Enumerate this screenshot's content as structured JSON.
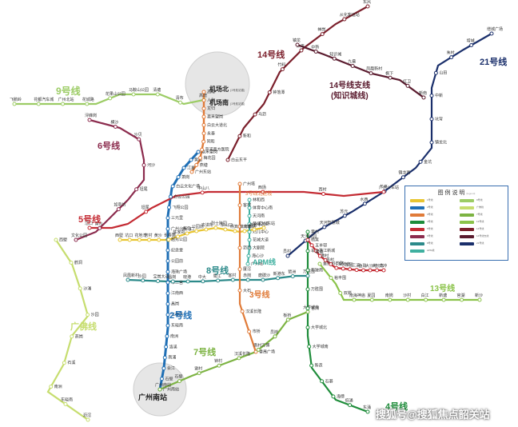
{
  "colors": {
    "line1": "#e8c531",
    "line2": "#1f6fb5",
    "line3": "#e07b39",
    "line4": "#1e8c3a",
    "line5": "#c42c34",
    "line6": "#8c2c4e",
    "line7": "#7cb342",
    "line8": "#2c8a8a",
    "line9": "#9ccc65",
    "line13": "#8bc34a",
    "line14": "#7b1f2b",
    "line21": "#1a2f6b",
    "apm": "#3fb0a0",
    "guangfo": "#c6dd6e",
    "airport": "#e07b39"
  },
  "line_labels": {
    "l9": "9号线",
    "l14": "14号线",
    "l14b": "14号线支线",
    "l14b_sub": "(知识城线)",
    "l21": "21号线",
    "l6": "6号线",
    "l5": "5号线",
    "l3north": "3号线北延段",
    "l8": "8号线",
    "apm": "APM线",
    "l3": "3号线",
    "l2": "2号线",
    "gf": "广佛线",
    "l7": "7号线",
    "l13": "13号线",
    "l4": "4号线"
  },
  "hubs": {
    "airport_north": "机场北",
    "airport_north_note": "(1号航站楼)",
    "airport_south": "机场南",
    "airport_south_note": "(1号航站楼)",
    "guangzhou_south": "广州南站"
  },
  "legend": {
    "title": "图 例 说 明",
    "title_note": "(legend)",
    "entries": [
      {
        "color": "#e8c531",
        "text": "1号线"
      },
      {
        "color": "#1f6fb5",
        "text": "2号线"
      },
      {
        "color": "#e07b39",
        "text": "3号线"
      },
      {
        "color": "#1e8c3a",
        "text": "4号线"
      },
      {
        "color": "#c42c34",
        "text": "5号线"
      },
      {
        "color": "#8c2c4e",
        "text": "6号线"
      },
      {
        "color": "#2c8a8a",
        "text": "8号线"
      },
      {
        "color": "#3fb0a0",
        "text": "APM线"
      },
      {
        "color": "#9ccc65",
        "text": "9号线"
      },
      {
        "color": "#c6dd6e",
        "text": "广佛线"
      },
      {
        "color": "#7cb342",
        "text": "7号线"
      },
      {
        "color": "#8bc34a",
        "text": "13号线"
      },
      {
        "color": "#7b1f2b",
        "text": "14号线"
      },
      {
        "color": "#5a1b2e",
        "text": "14号线支线"
      },
      {
        "color": "#1a2f6b",
        "text": "21号线"
      }
    ]
  },
  "stations": {
    "l9": [
      "飞鹅岭",
      "花都汽车城",
      "广州北站",
      "花城路",
      "花果山公园",
      "马鞍山公园",
      "清塘",
      "清布",
      "高增"
    ],
    "l14": [
      "东风",
      "从化客运站",
      "神岗",
      "太平",
      "竹料",
      "钟落潭",
      "马沥",
      "新和",
      "白云东平"
    ],
    "l14b": [
      "镇龙",
      "中新",
      "知识城",
      "九佛",
      "凤凰新村",
      "枫下",
      "红卫",
      "新南"
    ],
    "l21": [
      "增城广场",
      "增城",
      "朱村",
      "山田",
      "中新",
      "坑背",
      "镇龙北",
      "金坑",
      "镇龙西",
      "长平",
      "水西",
      "苏元",
      "天河智慧城",
      "天河公园",
      "员村"
    ],
    "l6": [
      "浔峰岗",
      "横沙",
      "沙贝",
      "河沙",
      "坦尾",
      "如意坊",
      "黄沙",
      "文化公园"
    ],
    "l5": [
      "滘口",
      "坦尾",
      "中山八",
      "西场",
      "西村",
      "广州火车站"
    ],
    "l2": [
      "嘉禾望岗",
      "黄边",
      "江夏",
      "萧岗",
      "白云文化广场",
      "白云公园",
      "飞翔公园",
      "三元里",
      "广州火车站",
      "越秀公园",
      "纪念堂",
      "公园前",
      "海珠广场",
      "市二宫",
      "江南西",
      "昌岗",
      "江泰路",
      "东晓南",
      "南洲",
      "洛溪",
      "南浦",
      "会江",
      "石壁",
      "广州南站"
    ],
    "l3north": [
      "高增",
      "人和",
      "龙归",
      "嘉禾望岗",
      "白云大道北",
      "永泰",
      "同和",
      "京溪南方医院",
      "梅花园",
      "燕塘",
      "广州东站"
    ],
    "l8": [
      "凤凰新村",
      "沙园",
      "宝岗大道",
      "昌岗",
      "晓港",
      "中大",
      "鹭江",
      "客村",
      "赤岗",
      "磨碟沙",
      "新港东",
      "琶洲",
      "万胜围"
    ],
    "apm": [
      "林和西",
      "体育中心南",
      "天河南",
      "黄埔大道",
      "妇儿中心",
      "花城大道",
      "大剧院",
      "海心沙",
      "广州塔"
    ],
    "l3": [
      "广州塔",
      "客村",
      "大塘",
      "沥滘",
      "厦滘",
      "大石",
      "汉溪长隆",
      "市桥",
      "番禺广场"
    ],
    "gf": [
      "西塱",
      "鹤洞",
      "沙涌",
      "沙园",
      "燕岗",
      "石溪",
      "南洲",
      "东晓南",
      "沥滘"
    ],
    "l7": [
      "广州南站",
      "石壁",
      "谢村",
      "钟村",
      "汉溪长隆",
      "南村万博",
      "员岗",
      "板桥",
      "大学城南"
    ],
    "l13": [
      "鱼珠",
      "裕丰围",
      "双岗",
      "南海神庙",
      "夏园",
      "南岗",
      "沙村",
      "白江",
      "新塘",
      "官湖",
      "新沙"
    ],
    "l4": [
      "黄村",
      "车陂",
      "车陂南",
      "万胜围",
      "官洲",
      "大学城北",
      "大学城南",
      "新造",
      "石碁",
      "海傍",
      "低涌",
      "东涌"
    ],
    "l1": [
      "西塱",
      "坑口",
      "花地湾",
      "芳村",
      "黄沙",
      "长寿路",
      "陈家祠",
      "西门口",
      "公园前",
      "农讲所",
      "烈士陵园",
      "东山口",
      "杨箕",
      "体育西路",
      "体育中心",
      "广州东站"
    ],
    "l5east": [
      "杨箕",
      "五羊邨",
      "珠江新城",
      "猎德",
      "潭村",
      "员村",
      "科韵路",
      "车陂南",
      "东圃",
      "三溪",
      "鱼珠",
      "大沙地",
      "大沙东",
      "文冲"
    ]
  },
  "watermark": "搜狐号@搜狐焦点韶关站"
}
